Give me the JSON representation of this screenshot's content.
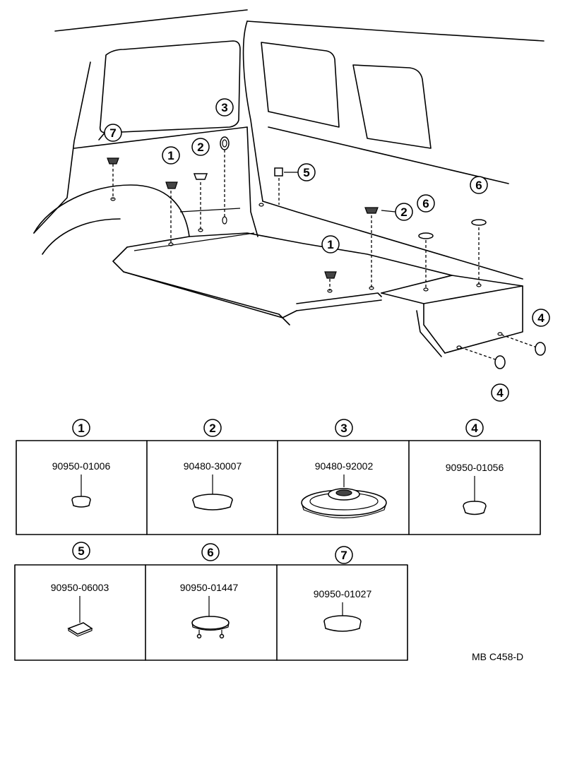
{
  "callouts": [
    "1",
    "2",
    "3",
    "4",
    "5",
    "6",
    "7"
  ],
  "parts": [
    {
      "ref": "1",
      "part_number": "90950-01006"
    },
    {
      "ref": "2",
      "part_number": "90480-30007"
    },
    {
      "ref": "3",
      "part_number": "90480-92002"
    },
    {
      "ref": "4",
      "part_number": "90950-01056"
    },
    {
      "ref": "5",
      "part_number": "90950-06003"
    },
    {
      "ref": "6",
      "part_number": "90950-01447"
    },
    {
      "ref": "7",
      "part_number": "90950-01027"
    }
  ],
  "drawing_code": "MB  C458-D"
}
